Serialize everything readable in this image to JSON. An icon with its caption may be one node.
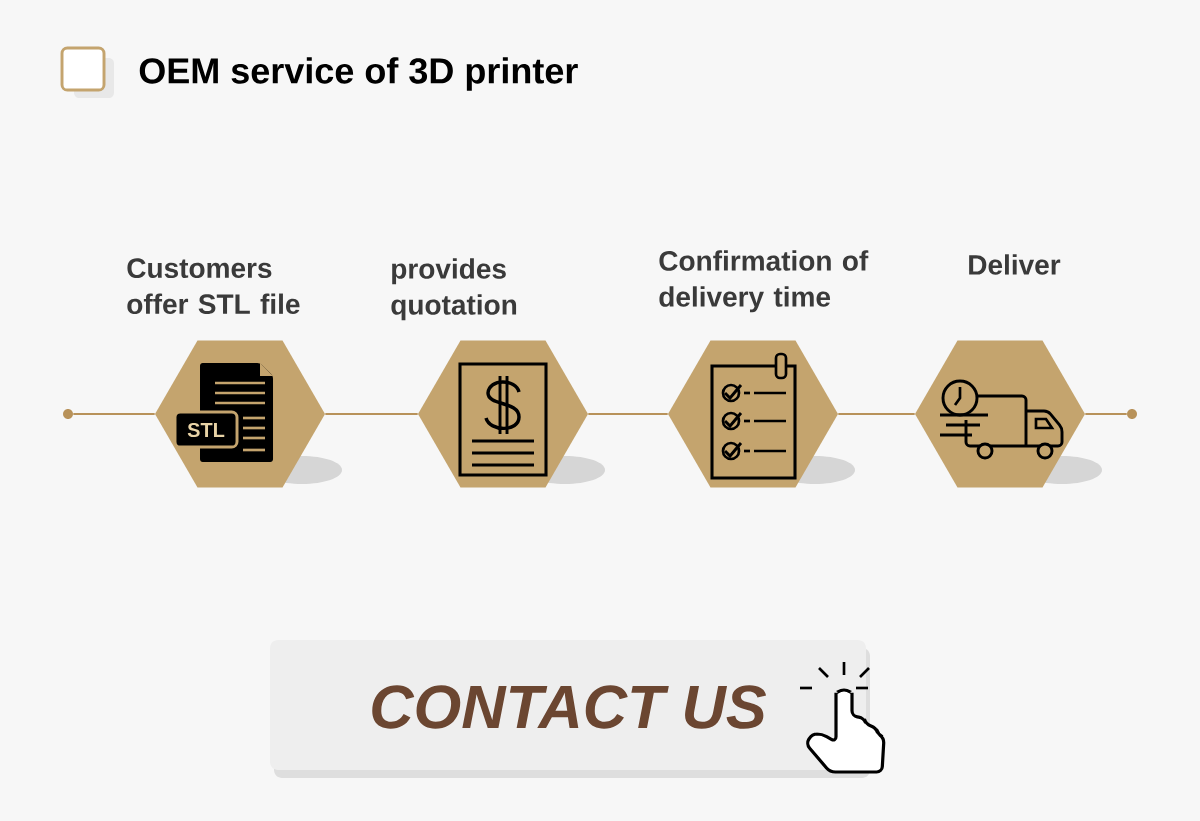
{
  "diagram": {
    "title": "OEM service of 3D printer",
    "nodes": [
      {
        "text": [],
        "shape": "circle"
      },
      {
        "text": [
          "Customers offer STL file",
          "STL"
        ]
      },
      {
        "text": [
          "provides quotation"
        ]
      },
      {
        "text": [
          "Confirmation of delivery time"
        ]
      },
      {
        "text": [
          "Deliver"
        ]
      },
      {
        "text": [],
        "shape": "circle"
      },
      {
        "text": [
          "CONTACT US"
        ]
      }
    ],
    "edges": [
      {
        "from": 0,
        "to": 1,
        "arrow": "none"
      },
      {
        "from": 1,
        "to": 2,
        "arrow": "none"
      },
      {
        "from": 2,
        "to": 3,
        "arrow": "none"
      },
      {
        "from": 3,
        "to": 4,
        "arrow": "none"
      },
      {
        "from": 4,
        "to": 5,
        "arrow": "none"
      }
    ]
  }
}
